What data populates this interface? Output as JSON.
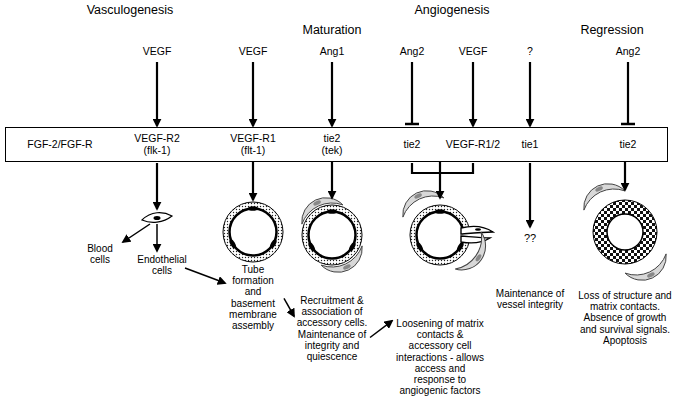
{
  "diagram": {
    "nodes": [
      {
        "text": [
          "FGF-2/FGF-R",
          "VEGF-R2 (flk-1)",
          "VEGF-R1 (flt-1)",
          "tie2 (tek)",
          "tie2",
          "VEGF-R1/2",
          "tie1",
          "tie2"
        ]
      },
      {
        "text": [
          "Tube formation and basement membrane assembly"
        ]
      },
      {
        "text": [
          "Recruitment & association of accessory cells. Maintenance of integrity and quiescence"
        ]
      },
      {
        "text": [
          "Loosening of matrix contacts & accessory cell interactions - allows access and response to angiogenic factors"
        ]
      },
      {
        "text": [
          "Loss of structure and matrix contacts. Absence of growth and survival signals. Apoptosis"
        ]
      }
    ],
    "edges": [
      {
        "from": 0,
        "to": 1,
        "arrow": "to"
      },
      {
        "from": 0,
        "to": 2,
        "arrow": "to"
      },
      {
        "from": 0,
        "to": 3,
        "arrow": "to"
      },
      {
        "from": 0,
        "to": 4,
        "arrow": "to"
      },
      {
        "from": 1,
        "to": 2,
        "arrow": "to"
      },
      {
        "from": 2,
        "to": 3,
        "arrow": "to"
      }
    ],
    "labels": [
      "Vasculogenesis",
      "Maturation",
      "Angiogenesis",
      "Regression",
      "VEGF",
      "VEGF",
      "Ang1",
      "Ang2",
      "VEGF",
      "?",
      "Ang2",
      "Blood cells",
      "Endothelial cells",
      "??",
      "Maintenance of vessel integrity"
    ]
  }
}
